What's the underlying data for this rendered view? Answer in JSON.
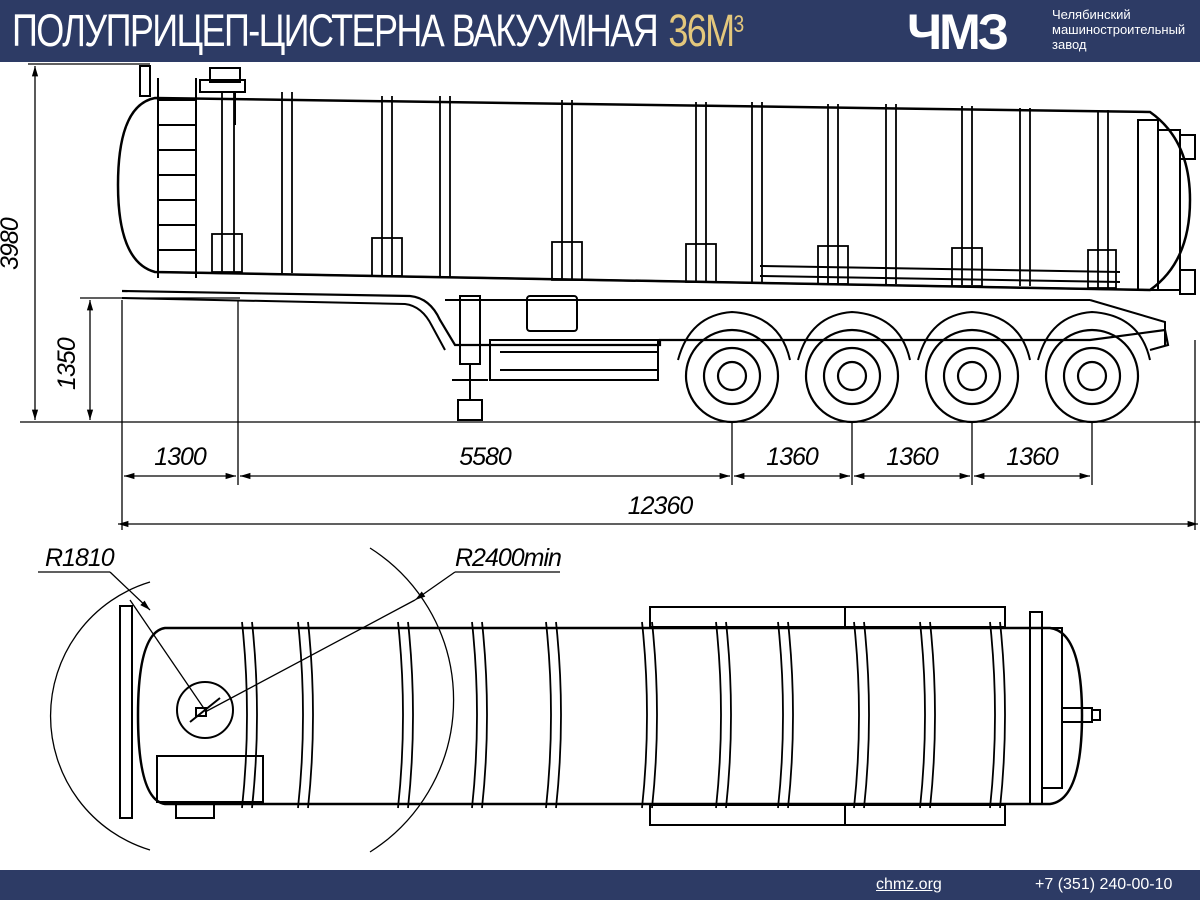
{
  "header": {
    "title": "ПОЛУПРИЦЕП-ЦИСТЕРНА ВАКУУМНАЯ",
    "volume": "36М",
    "volume_sup": "3",
    "logo_text": "ЧМЗ",
    "company_line1": "Челябинский",
    "company_line2": "машиностроительный",
    "company_line3": "завод"
  },
  "dimensions": {
    "total_height": "3980",
    "coupling_height": "1350",
    "front_overhang": "1300",
    "kingpin_to_axle": "5580",
    "axle_spacing_1": "1360",
    "axle_spacing_2": "1360",
    "axle_spacing_3": "1360",
    "total_length": "12360",
    "front_radius": "R1810",
    "turn_radius": "R2400min"
  },
  "footer": {
    "website": "chmz.org",
    "phone": "+7 (351) 240-00-10"
  },
  "colors": {
    "brand_blue": "#2d3b65",
    "accent_gold": "#e3c77c",
    "line": "#000000"
  }
}
